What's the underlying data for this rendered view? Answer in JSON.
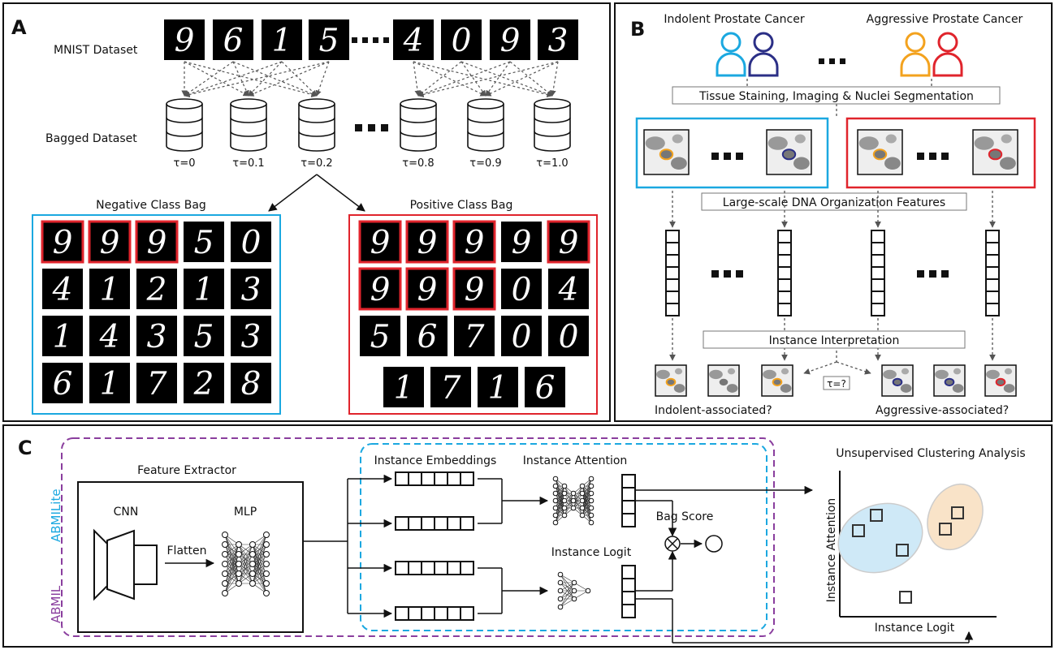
{
  "panelA": {
    "letter": "A",
    "mnist_label": "MNIST Dataset",
    "mnist_digits_left": [
      "9",
      "6",
      "1",
      "5"
    ],
    "mnist_digits_right": [
      "4",
      "0",
      "9",
      "3"
    ],
    "bagged_label": "Bagged Dataset",
    "taus": [
      "τ=0",
      "τ=0.1",
      "τ=0.2",
      "τ=0.8",
      "τ=0.9",
      "τ=1.0"
    ],
    "neg_title": "Negative Class Bag",
    "pos_title": "Positive Class Bag",
    "neg_grid": [
      {
        "d": "9",
        "hl": true
      },
      {
        "d": "9",
        "hl": true
      },
      {
        "d": "9",
        "hl": true
      },
      {
        "d": "5",
        "hl": false
      },
      {
        "d": "0",
        "hl": false
      },
      {
        "d": "4",
        "hl": false
      },
      {
        "d": "1",
        "hl": false
      },
      {
        "d": "2",
        "hl": false
      },
      {
        "d": "1",
        "hl": false
      },
      {
        "d": "3",
        "hl": false
      },
      {
        "d": "1",
        "hl": false
      },
      {
        "d": "4",
        "hl": false
      },
      {
        "d": "3",
        "hl": false
      },
      {
        "d": "5",
        "hl": false
      },
      {
        "d": "3",
        "hl": false
      },
      {
        "d": "6",
        "hl": false
      },
      {
        "d": "1",
        "hl": false
      },
      {
        "d": "7",
        "hl": false
      },
      {
        "d": "2",
        "hl": false
      },
      {
        "d": "8",
        "hl": false
      }
    ],
    "pos_grid": [
      {
        "d": "9",
        "hl": true
      },
      {
        "d": "9",
        "hl": true
      },
      {
        "d": "9",
        "hl": true
      },
      {
        "d": "9",
        "hl": false
      },
      {
        "d": "9",
        "hl": true
      },
      {
        "d": "9",
        "hl": true
      },
      {
        "d": "9",
        "hl": true
      },
      {
        "d": "9",
        "hl": true
      },
      {
        "d": "0",
        "hl": false
      },
      {
        "d": "4",
        "hl": false
      },
      {
        "d": "5",
        "hl": false
      },
      {
        "d": "6",
        "hl": false
      },
      {
        "d": "7",
        "hl": false
      },
      {
        "d": "0",
        "hl": false
      },
      {
        "d": "0",
        "hl": false
      }
    ],
    "pos_last_row": [
      "1",
      "7",
      "1",
      "6"
    ]
  },
  "panelB": {
    "letter": "B",
    "indolent_title": "Indolent Prostate Cancer",
    "aggressive_title": "Aggressive Prostate Cancer",
    "staining_label": "Tissue Staining, Imaging & Nuclei Segmentation",
    "dna_label": "Large-scale DNA Organization Features",
    "interp_label": "Instance Interpretation",
    "tau_unknown": "τ=?",
    "indolent_q": "Indolent-associated?",
    "aggressive_q": "Aggressive-associated?"
  },
  "panelC": {
    "letter": "C",
    "abmil": "ABMIL",
    "abmilite": "ABMILite",
    "feature_extractor": "Feature Extractor",
    "cnn": "CNN",
    "mlp": "MLP",
    "flatten": "Flatten",
    "inst_embeddings": "Instance Embeddings",
    "inst_attention": "Instance Attention",
    "inst_logit": "Instance Logit",
    "bag_score": "Bag Score",
    "clustering_title": "Unsupervised Clustering Analysis",
    "y_axis": "Instance Attention",
    "x_axis": "Instance Logit"
  },
  "colors": {
    "blue": "#1ba8e0",
    "red": "#e0242c",
    "purple": "#8a3e9e",
    "navy": "#2b2f86",
    "orange": "#f3a21e",
    "light_blue_fill": "#cfe9f7",
    "light_orange_fill": "#f9e3c8"
  }
}
